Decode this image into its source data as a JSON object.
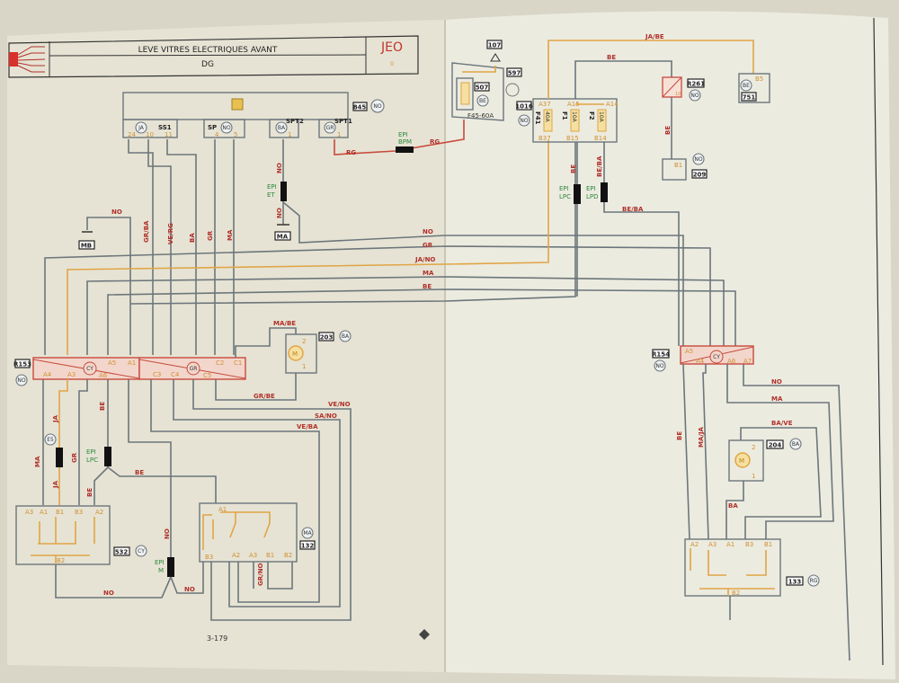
{
  "header": {
    "title": "LEVE VITRES ELECTRIQUES AVANT",
    "subtitle": "DG",
    "logo": "JEO",
    "logo_sub": "0",
    "page_number": "3-179"
  },
  "colors": {
    "paper": "#ece9dc",
    "wire_grey": "#6c767b",
    "wire_orange": "#e0a545",
    "wire_red": "#c84a3c",
    "label_red": "#b0302a",
    "epi_green": "#2a8a3a"
  },
  "components": {
    "c845": {
      "id": "845",
      "color": "NO",
      "subs": [
        {
          "color": "JA",
          "name": "SS1",
          "pins": [
            "24",
            "10",
            "11"
          ]
        },
        {
          "name": "SP",
          "color": "NO",
          "pins": [
            "4",
            "5"
          ]
        },
        {
          "name": "SPT2",
          "color": "BA",
          "pins": [
            "1"
          ]
        },
        {
          "name": "SPT1",
          "color": "GR",
          "pins": [
            "1"
          ]
        }
      ]
    },
    "c507": {
      "id": "507",
      "id2": "597",
      "color": "BE",
      "fuse": "F45-60A",
      "ref": "107"
    },
    "c1016": {
      "id": "1016",
      "color": "NO",
      "top_pins": [
        "A37",
        "A15",
        "A14"
      ],
      "fuses": [
        "F41",
        "F1",
        "F2"
      ],
      "ratings": [
        "40A",
        "10A",
        "10A"
      ],
      "bottom_pins": [
        "B37",
        "B15",
        "B14"
      ]
    },
    "r261": {
      "id": "R261",
      "color": "NO",
      "pin": "10"
    },
    "c751": {
      "id": "751",
      "color": "BE",
      "pin": "B5"
    },
    "c209": {
      "id": "209",
      "color": "NO",
      "pin": "B1"
    },
    "r153": {
      "id": "R153",
      "color": "NO",
      "conn1": "CY",
      "conn2": "GR",
      "top_pins": [
        "A5",
        "A1",
        "C2",
        "C1"
      ],
      "bottom_pins": [
        "A4",
        "A3",
        "A6",
        "C3",
        "C4",
        "C5"
      ]
    },
    "m203": {
      "id": "203",
      "color": "BA",
      "pins": [
        "2",
        "1"
      ]
    },
    "c532": {
      "id": "532",
      "color": "CY",
      "pins": [
        "A3",
        "A1",
        "B1",
        "B3",
        "A2",
        "B2"
      ]
    },
    "c132": {
      "id": "132",
      "color": "MA",
      "pins": [
        "A1",
        "B3",
        "A2",
        "A3",
        "B1",
        "B2"
      ]
    },
    "r154": {
      "id": "R154",
      "color": "NO",
      "conn": "CY",
      "top_pins": [
        "A5"
      ],
      "bottom_pins": [
        "A4",
        "A6",
        "A7"
      ]
    },
    "m204": {
      "id": "204",
      "color": "BA",
      "pins": [
        "2",
        "1"
      ]
    },
    "c133": {
      "id": "133",
      "color": "RG",
      "pins": [
        "A2",
        "A3",
        "A1",
        "B3",
        "B1",
        "B2"
      ]
    },
    "grounds": {
      "mb": "MB",
      "ma": "MA"
    },
    "e5": "E5"
  },
  "splices": {
    "epi_bpm": [
      "EPI",
      "BPM"
    ],
    "epi_et": [
      "EPI",
      "ET"
    ],
    "epi_lpc": [
      "EPI",
      "LPC"
    ],
    "epi_lpd": [
      "EPI",
      "LPD"
    ],
    "epi_lpc2": [
      "EPI",
      "LPC"
    ],
    "epi_m": [
      "EPI",
      "M"
    ]
  },
  "wires": {
    "rg1": "RG",
    "rg2": "RG",
    "ja_be": "JA/BE",
    "be_top": "BE",
    "be_r261": "BE",
    "be_lpc": "BE",
    "be_ba1": "BE/BA",
    "be_ba2": "BE/BA",
    "no_mb": "NO",
    "no_et1": "NO",
    "no_et2": "NO",
    "gr_ba": "GR/BA",
    "ve_rg": "VE/RG",
    "ba": "BA",
    "gr": "GR",
    "ma": "MA",
    "bus_no": "NO",
    "bus_gr": "GR",
    "bus_ja_no": "JA/NO",
    "bus_ma": "MA",
    "bus_be": "BE",
    "ma_be": "MA/BE",
    "gr_be": "GR/BE",
    "ve_no": "VE/NO",
    "sa_no": "SA/NO",
    "ve_ba": "VE/BA",
    "ma_532": "MA",
    "ja1": "JA",
    "ja2": "JA",
    "gr_532": "GR",
    "be_532a": "BE",
    "be_532b": "BE",
    "be_132": "BE",
    "no_epim": "NO",
    "no_532": "NO",
    "no_132": "NO",
    "gr_no": "GR/NO",
    "no_r154": "NO",
    "ma_r154": "MA",
    "ba_ve": "BA/VE",
    "be_r154": "BE",
    "ma_ja": "MA/JA",
    "ba_204": "BA"
  }
}
